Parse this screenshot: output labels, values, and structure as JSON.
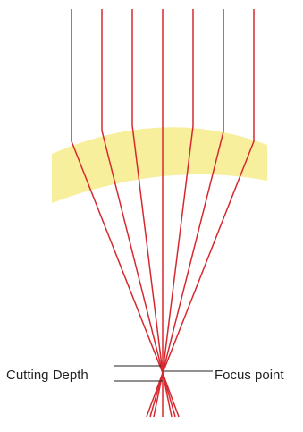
{
  "labels": {
    "cutting_depth": "Cutting Depth",
    "focus_point": "Focus point"
  },
  "colors": {
    "beam": "#d7282f",
    "lens": "#f8ef9c",
    "leader": "#231f20",
    "background": "#ffffff"
  },
  "beam_count": 7
}
